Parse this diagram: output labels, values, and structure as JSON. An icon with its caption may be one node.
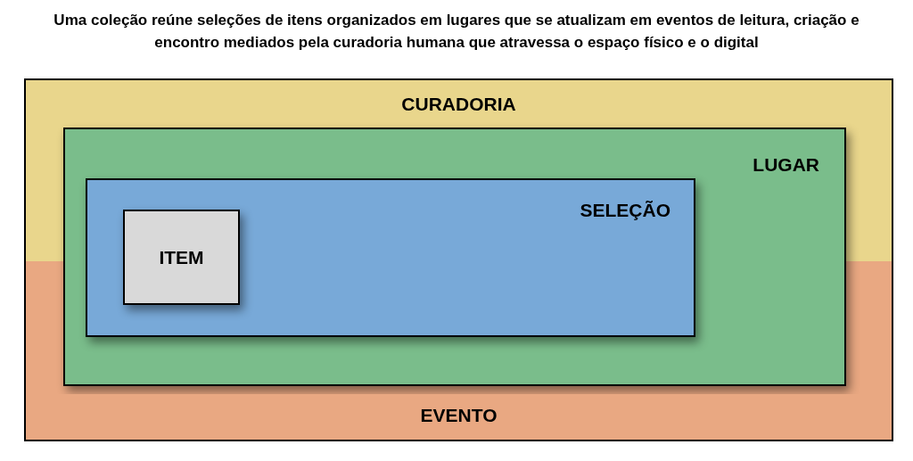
{
  "diagram": {
    "title": "Uma coleção reúne seleções de itens organizados em lugares que se atualizam em eventos de leitura, criação e encontro mediados pela curadoria humana que atravessa o espaço físico e o digital",
    "nodes": [
      {
        "text": [
          "CURADORIA"
        ]
      },
      {
        "text": [
          "LUGAR"
        ],
        "in": 0
      },
      {
        "text": [
          "SELEÇÃO"
        ],
        "in": 1
      },
      {
        "text": [
          "ITEM"
        ],
        "in": 2
      },
      {
        "text": [
          "EVENTO"
        ],
        "in": 0
      }
    ],
    "edges": []
  }
}
